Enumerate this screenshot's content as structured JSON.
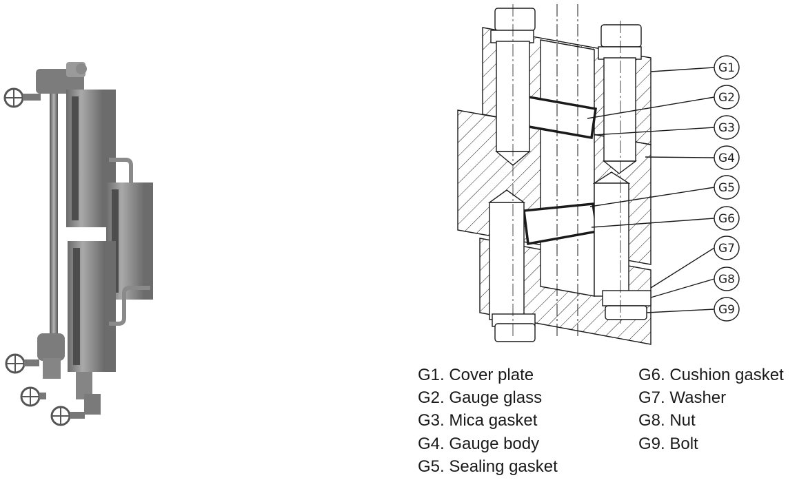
{
  "callouts": [
    "G1",
    "G2",
    "G3",
    "G4",
    "G5",
    "G6",
    "G7",
    "G8",
    "G9"
  ],
  "legend": {
    "left": [
      "G1. Cover plate",
      "G2. Gauge glass",
      "G3. Mica gasket",
      "G4. Gauge body",
      "G5. Sealing gasket"
    ],
    "right": [
      "G6. Cushion gasket",
      "G7. Washer",
      "G8. Nut",
      "G9. Bolt"
    ]
  },
  "colors": {
    "line": "#1a1a1a",
    "device_body": "#8f8f8f",
    "device_dark": "#5d5d5d",
    "device_light": "#c4c4c4"
  }
}
